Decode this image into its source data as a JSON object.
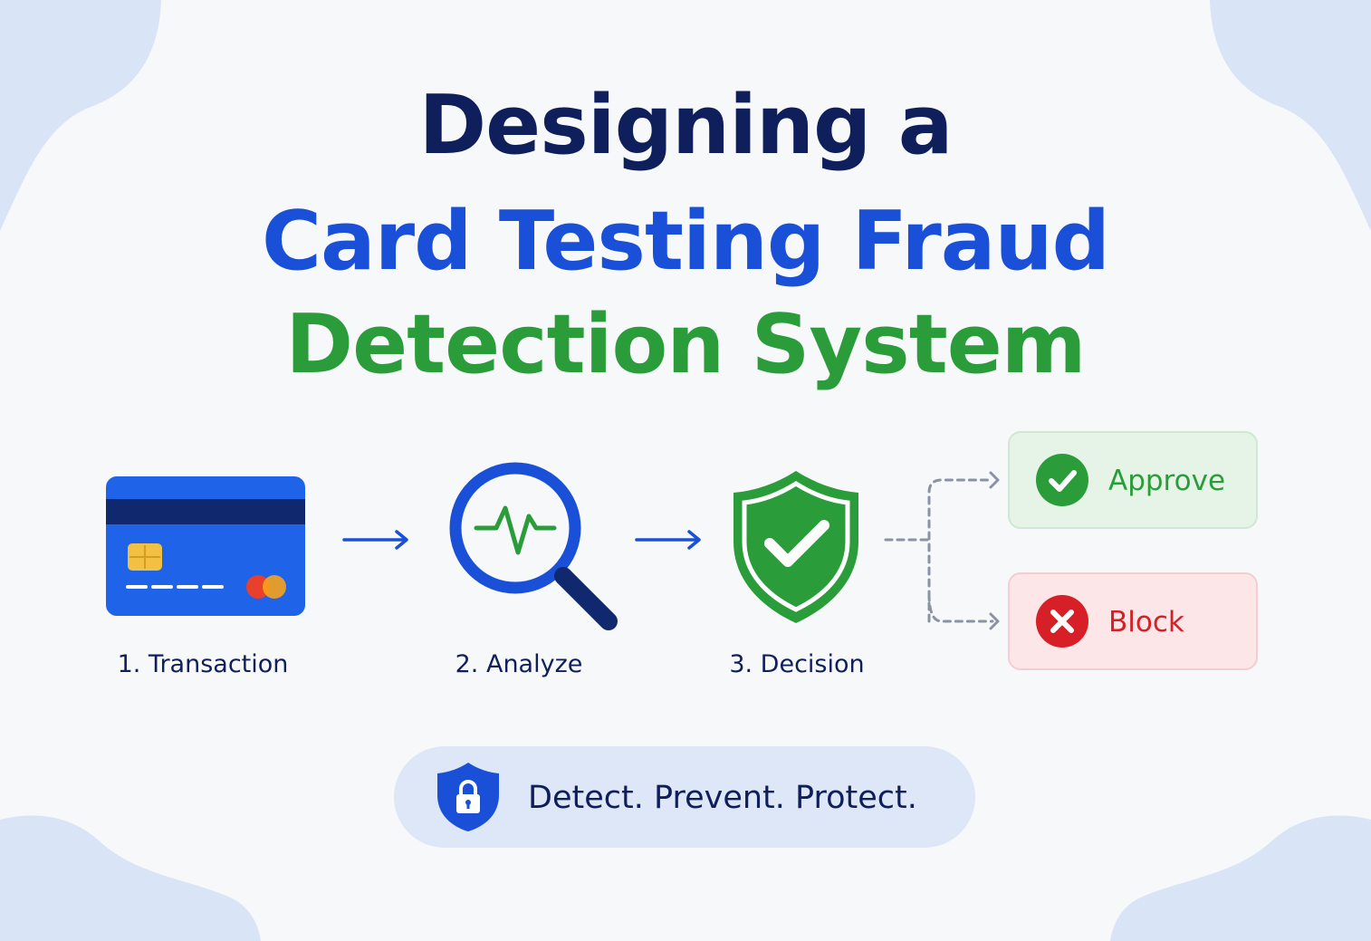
{
  "colors": {
    "background": "#f7f8fa",
    "blob": "#d9e4f7",
    "navy": "#0f1f5c",
    "blue": "#1a4fd8",
    "green": "#2a9d3a",
    "red": "#d61f26",
    "gray_dash": "#8a93a3"
  },
  "title": {
    "line1": "Designing a",
    "line2": "Card Testing Fraud",
    "line3": "Detection System"
  },
  "stages": [
    {
      "label": "1. Transaction",
      "icon": "credit-card-icon"
    },
    {
      "label": "2. Analyze",
      "icon": "magnifier-pulse-icon"
    },
    {
      "label": "3. Decision",
      "icon": "shield-check-icon"
    }
  ],
  "outcomes": [
    {
      "label": "Approve",
      "icon": "check-circle-icon",
      "color": "#2a9d3a"
    },
    {
      "label": "Block",
      "icon": "x-circle-icon",
      "color": "#d61f26"
    }
  ],
  "tagline": {
    "text": "Detect. Prevent. Protect.",
    "icon": "shield-lock-icon"
  }
}
